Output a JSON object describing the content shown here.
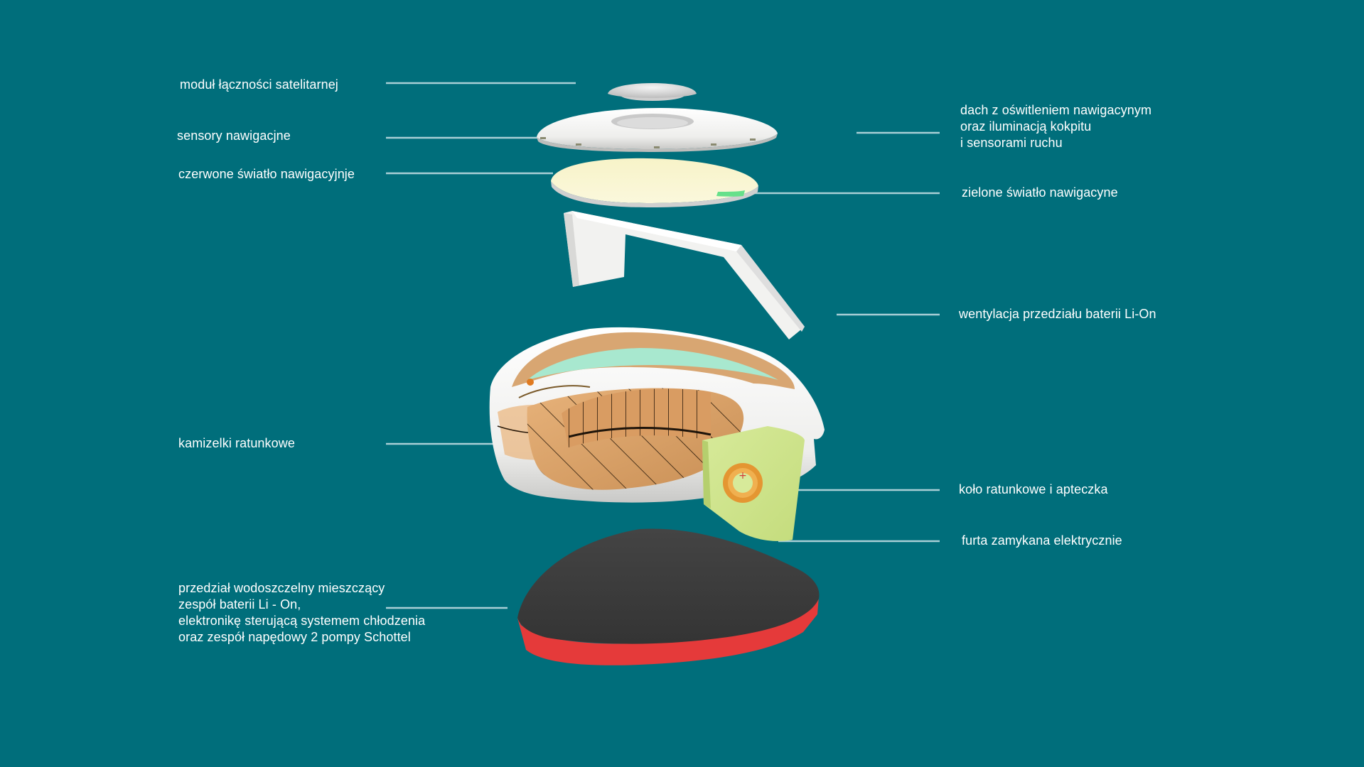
{
  "colors": {
    "background": "#006e7b",
    "leader_line": "#a9cfd6",
    "label_text": "#ffffff",
    "hull_red": "#e53a3a",
    "hull_dark": "#3c3c3c",
    "deck_wood": "#d9a06a",
    "nav_green": "#66e08a"
  },
  "labels": {
    "satellite": "moduł łączności satelitarnej",
    "nav_sensors": "sensory nawigacjne",
    "red_light": "czerwone światło nawigacyjnje",
    "life_vests": "kamizelki ratunkowe",
    "watertight": [
      "przedział wodoszczelny mieszczący",
      "zespół baterii Li - On,",
      "elektronikę sterującą systemem chłodzenia",
      "oraz zespół napędowy 2 pompy Schottel"
    ],
    "roof": [
      "dach z oświtleniem nawigacynym",
      "oraz iluminacją kokpitu",
      "i sensorami ruchu"
    ],
    "green_light": "zielone światło nawigacyne",
    "battery_vent": "wentylacja przedziału baterii Li-On",
    "lifebuoy": "koło ratunkowe i apteczka",
    "gate": "furta zamykana elektrycznie"
  }
}
